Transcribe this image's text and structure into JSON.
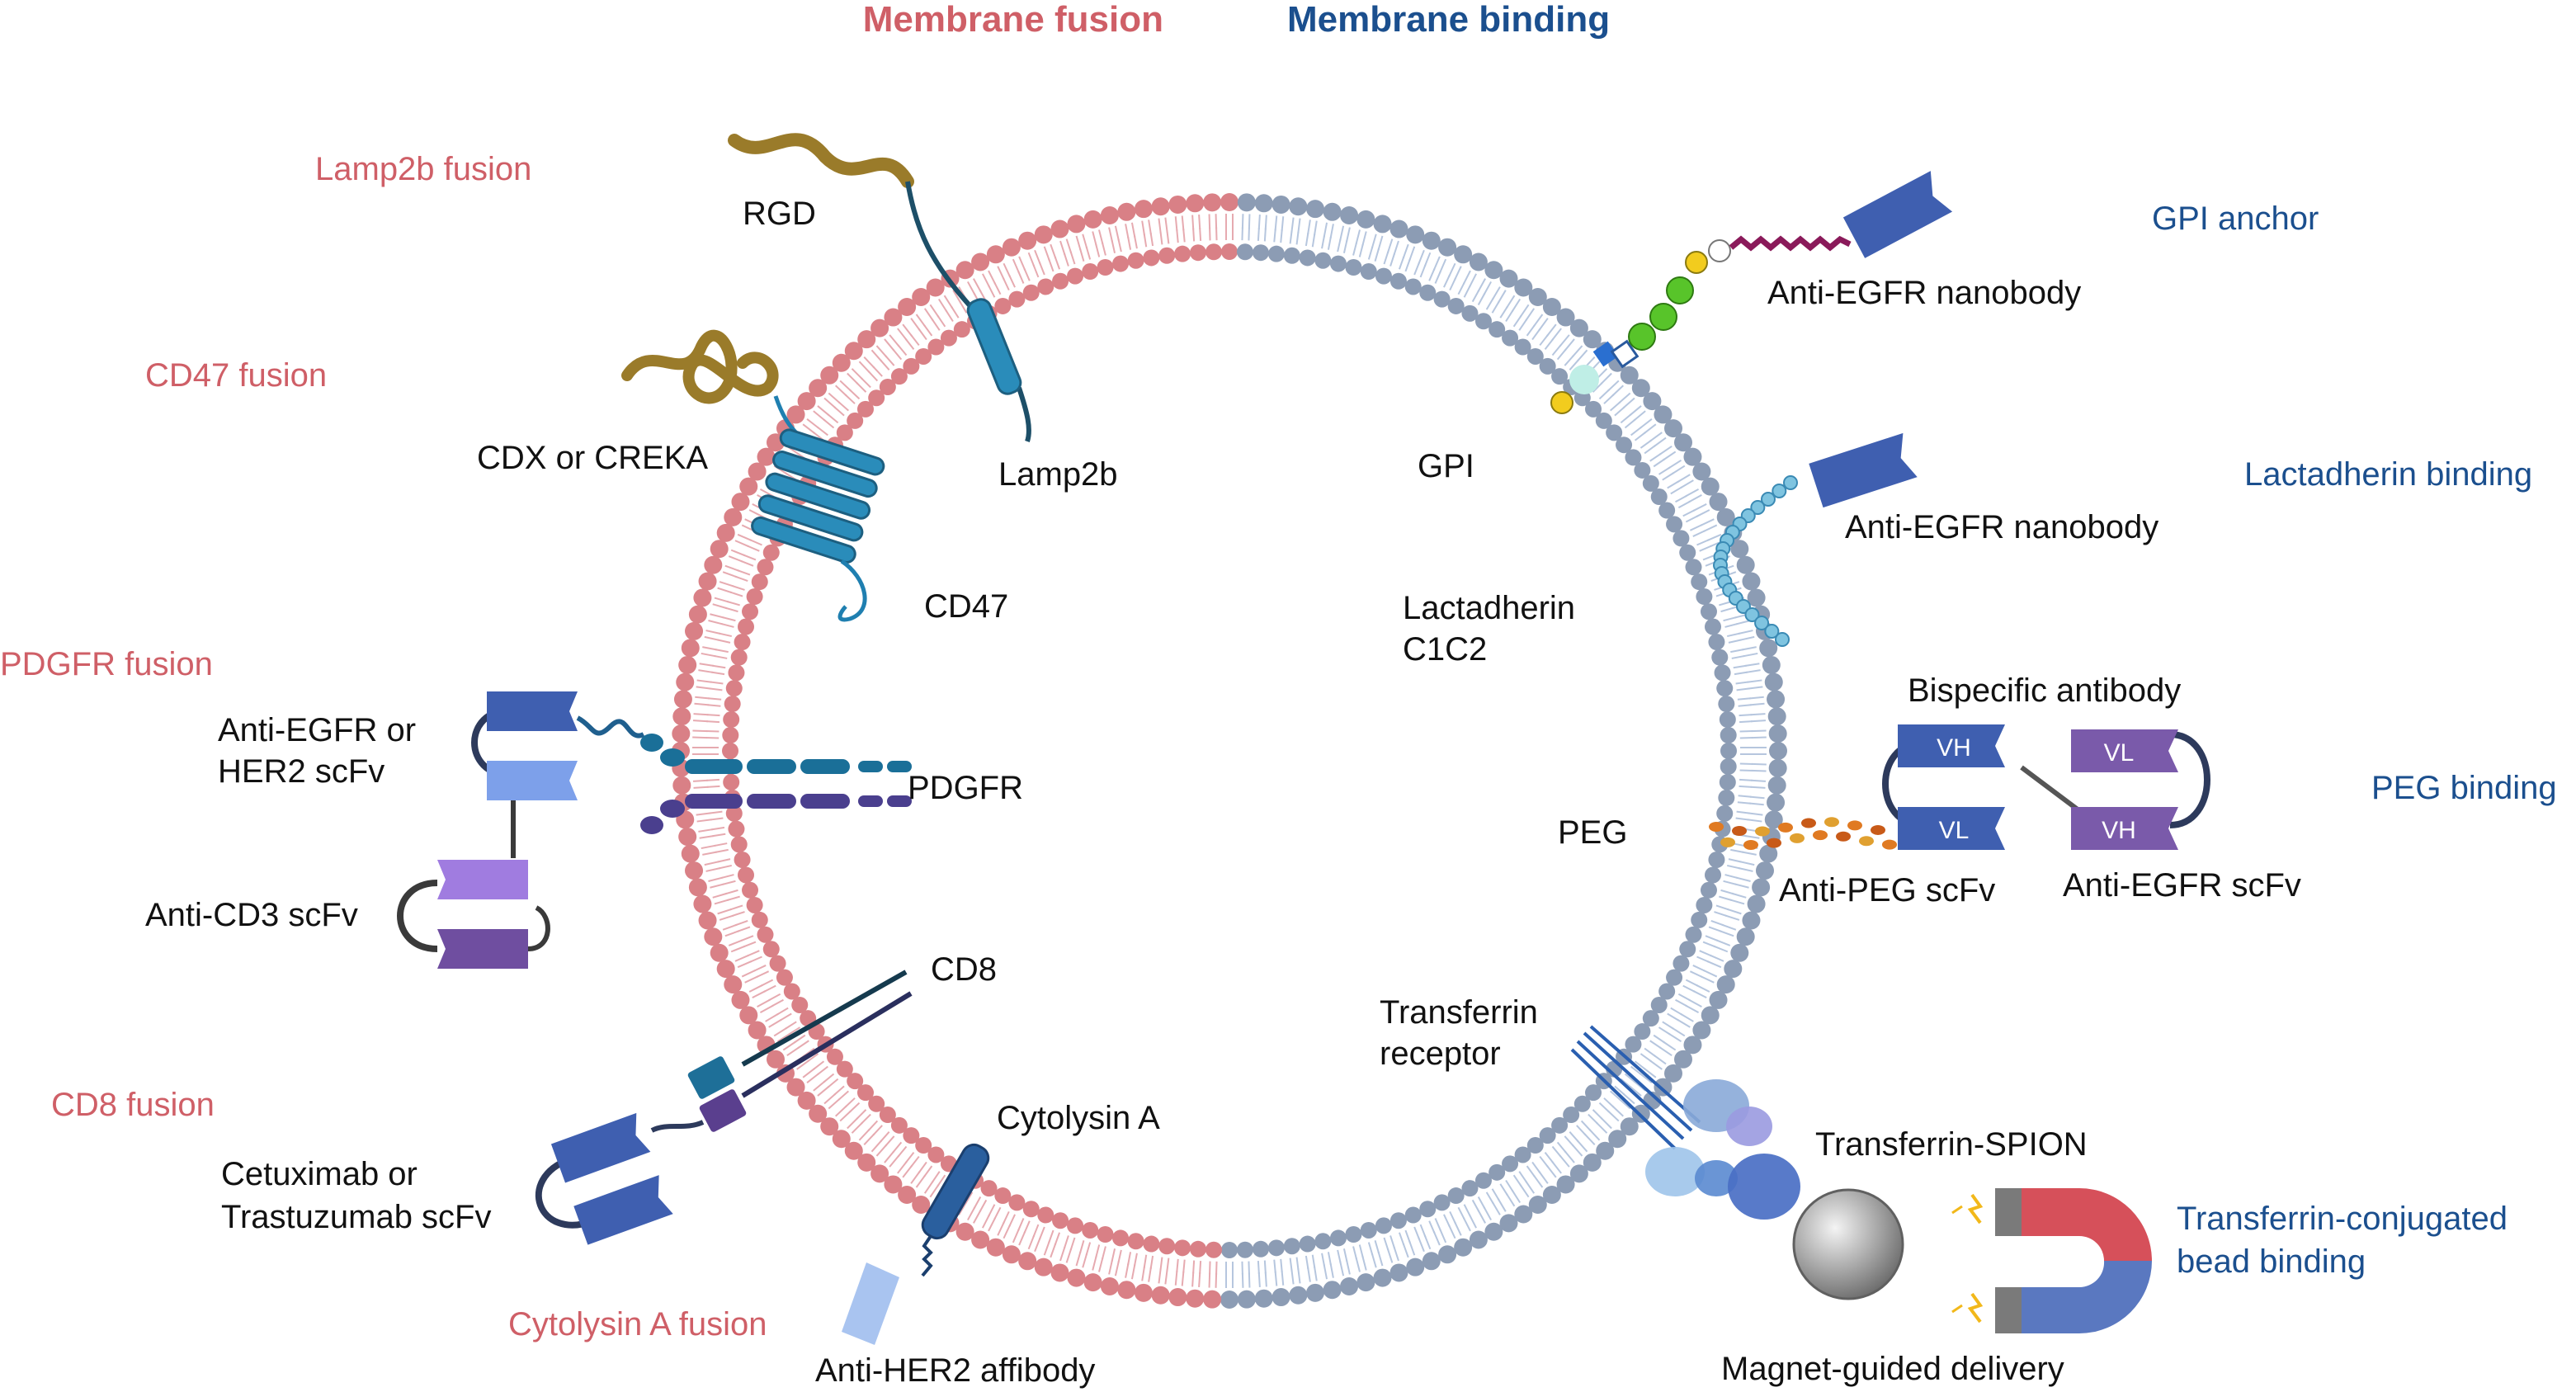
{
  "colors": {
    "fusion": "#cf5f67",
    "binding": "#1b4f8e",
    "fusion_head": "#d98086",
    "fusion_tail": "#e6aab0",
    "binding_head": "#8c9cb4",
    "binding_tail": "#b6c6de",
    "domain_blue": "#3f5fb0",
    "domain_purple": "#7a5aaa",
    "teal": "#1f7fb0"
  },
  "headers": {
    "fusion": "Membrane fusion",
    "binding": "Membrane binding"
  },
  "fusion_categories": {
    "lamp2b": "Lamp2b fusion",
    "cd47": "CD47 fusion",
    "pdgfr": "PDGFR fusion",
    "cd8": "CD8 fusion",
    "cytolysin": "Cytolysin A fusion"
  },
  "binding_categories": {
    "gpi": "GPI anchor",
    "lactadherin": "Lactadherin binding",
    "peg": "PEG binding",
    "transferrin_line1": "Transferrin-conjugated",
    "transferrin_line2": "bead binding"
  },
  "labels": {
    "rgd": "RGD",
    "lamp2b": "Lamp2b",
    "cdx": "CDX or CREKA",
    "cd47": "CD47",
    "pdgfr": "PDGFR",
    "egfr_her2_line1": "Anti-EGFR or",
    "egfr_her2_line2": "HER2 scFv",
    "cd3": "Anti-CD3 scFv",
    "cd8": "CD8",
    "cetux_line1": "Cetuximab or",
    "cetux_line2": "Trastuzumab scFv",
    "cytolysin": "Cytolysin A",
    "her2_affibody": "Anti-HER2 affibody",
    "gpi": "GPI",
    "egfr_nanobody_1": "Anti-EGFR nanobody",
    "egfr_nanobody_2": "Anti-EGFR nanobody",
    "lactadherin_line1": "Lactadherin",
    "lactadherin_line2": "C1C2",
    "bispecific": "Bispecific antibody",
    "peg": "PEG",
    "anti_peg": "Anti-PEG scFv",
    "anti_egfr_scfv": "Anti-EGFR scFv",
    "transferrin_line1": "Transferrin",
    "transferrin_line2": "receptor",
    "spion": "Transferrin-SPION",
    "magnet": "Magnet-guided delivery"
  },
  "domains": {
    "vh1": "VH",
    "vl1": "VL",
    "vl2": "VL",
    "vh2": "VH"
  }
}
